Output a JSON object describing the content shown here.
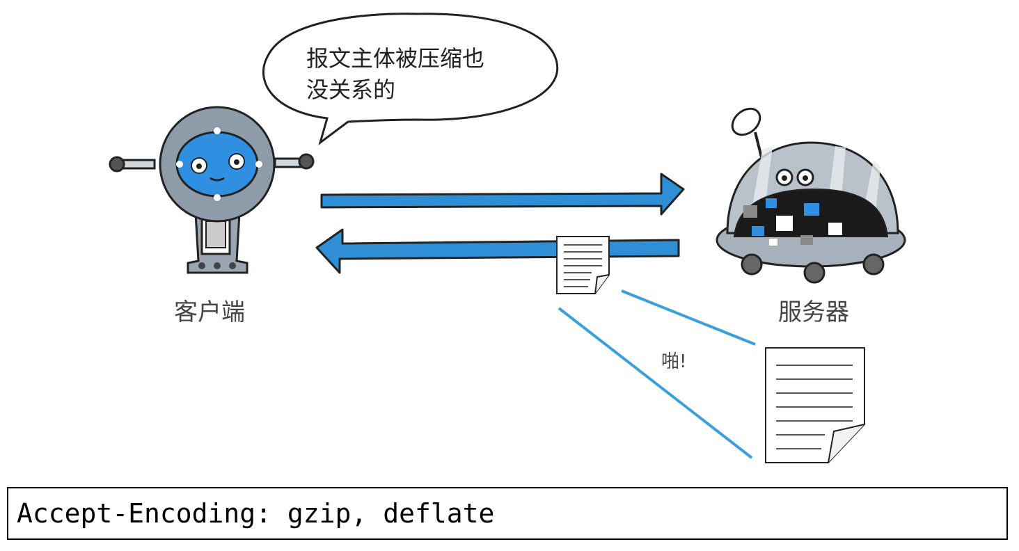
{
  "speech_bubble": {
    "line1": "报文主体被压缩也",
    "line2": "没关系的"
  },
  "client": {
    "label": "客户端",
    "icon": "robot-client-icon"
  },
  "server": {
    "label": "服务器",
    "icon": "robot-server-icon"
  },
  "sound_effect": "啪!",
  "header": {
    "text": "Accept-Encoding: gzip, deflate"
  },
  "colors": {
    "arrow_blue": "#2e8fd6",
    "line_blue": "#3aa0dc",
    "robot_blue": "#2f8fe0",
    "robot_grey": "#8e9ba8"
  }
}
